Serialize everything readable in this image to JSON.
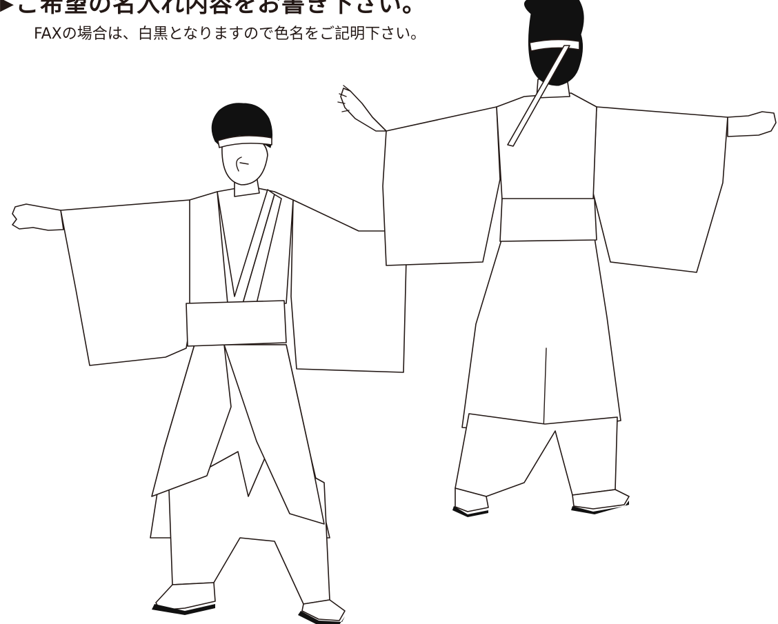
{
  "page": {
    "heading": "ご希望の名入れ内容をお書き下さい。",
    "heading_marker": "▶",
    "note": "FAXの場合は、白黒となりますので色名をご記明下さい。"
  },
  "figures": [
    {
      "name": "costume-front-view",
      "description_visible": false
    },
    {
      "name": "costume-back-view",
      "description_visible": false
    }
  ],
  "colors": {
    "ink": "#231815",
    "paper": "#ffffff",
    "hair": "#111111"
  },
  "icons": [
    "triangle-marker-icon"
  ]
}
